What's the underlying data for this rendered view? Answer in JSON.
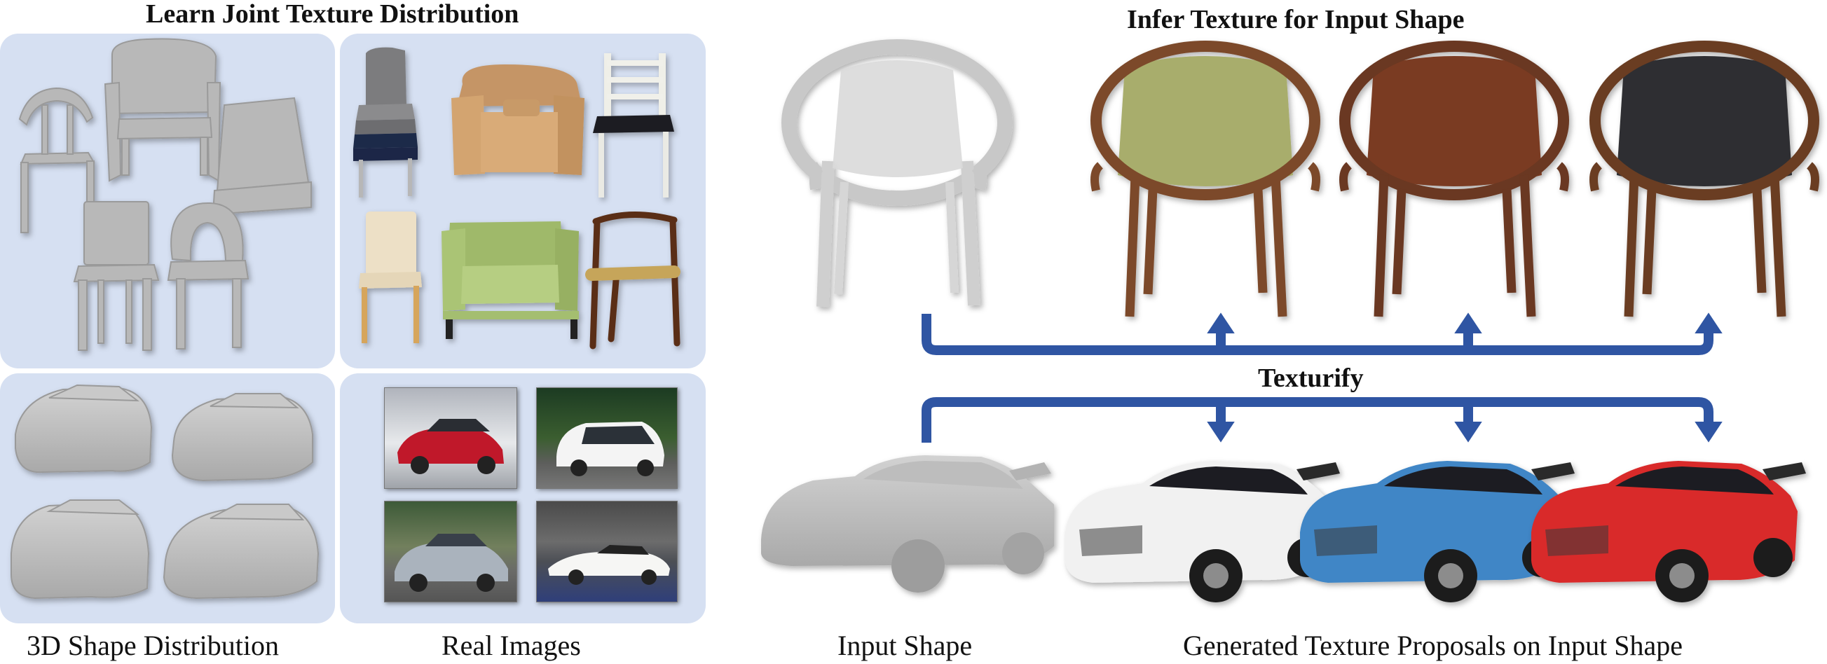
{
  "left": {
    "title": "Learn Joint Texture Distribution",
    "caption_shapes": "3D Shape Distribution",
    "caption_images": "Real Images"
  },
  "right": {
    "title": "Infer Texture for Input Shape",
    "method_label": "Texturify",
    "caption_input": "Input Shape",
    "caption_proposals": "Generated Texture Proposals on Input Shape"
  },
  "colors": {
    "panel": "#d6e0f2",
    "arrow": "#2f55a3",
    "shape_gray": "#bcbcbc",
    "chair_green": "#a8ad6c",
    "chair_brown": "#7a3b22",
    "chair_black": "#2e2e30",
    "car_white": "#f1f1f1",
    "car_blue": "#3f86c6",
    "car_red": "#d92a2a"
  },
  "icons": {
    "chair_shape": "chair-icon",
    "car_shape": "car-icon",
    "photo": "photo-icon",
    "arrow": "arrow-icon"
  }
}
